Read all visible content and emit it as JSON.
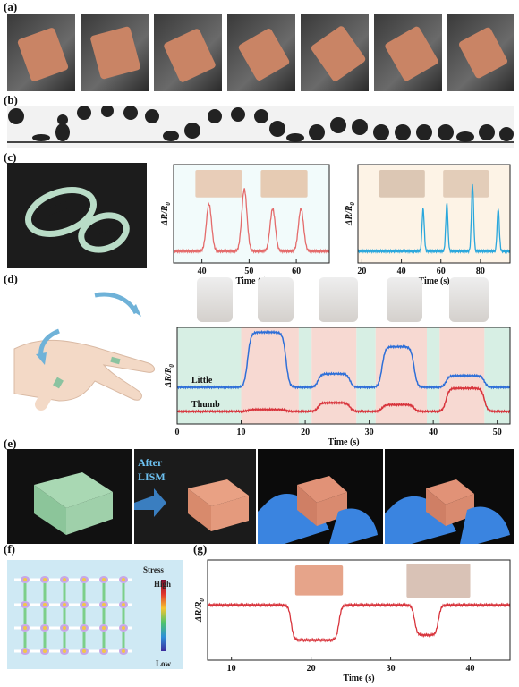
{
  "panels": {
    "a": {
      "label": "(a)"
    },
    "b": {
      "label": "(b)"
    },
    "c": {
      "label": "(c)"
    },
    "d": {
      "label": "(d)"
    },
    "e": {
      "label": "(e)",
      "arrow_text_1": "After",
      "arrow_text_2": "LISM"
    },
    "f": {
      "label": "(f)",
      "legend_title": "Stress",
      "legend_high": "High",
      "legend_low": "Low"
    },
    "g": {
      "label": "(g)"
    }
  },
  "colors": {
    "blue_trace": "#2e6fd8",
    "red_trace": "#d8343c",
    "cyan_trace": "#2aa7dc",
    "pink_trace": "#e46b6b",
    "green_shade": "#d7efe4",
    "pink_shade": "#f7d9d2"
  },
  "chart_data": [
    {
      "id": "c-left",
      "type": "line",
      "xlabel": "Time (s)",
      "ylabel": "ΔR/R0",
      "xlim": [
        34,
        67
      ],
      "xticks": [
        40,
        50,
        60
      ],
      "color": "#e46b6b",
      "baseline": 0.12,
      "peaks": [
        [
          41.5,
          0.6
        ],
        [
          49,
          0.75
        ],
        [
          55,
          0.55
        ],
        [
          61,
          0.55
        ]
      ]
    },
    {
      "id": "c-right",
      "type": "line",
      "xlabel": "Time (s)",
      "ylabel": "ΔR/R0",
      "xlim": [
        18,
        95
      ],
      "xticks": [
        20,
        40,
        60,
        80
      ],
      "color": "#2aa7dc",
      "baseline": 0.12,
      "peaks": [
        [
          51,
          0.55
        ],
        [
          63,
          0.6
        ],
        [
          76,
          0.8
        ],
        [
          89,
          0.55
        ]
      ]
    },
    {
      "id": "d",
      "type": "line",
      "xlabel": "Time (s)",
      "ylabel": "ΔR/R0",
      "xlim": [
        0,
        52
      ],
      "xticks": [
        0,
        10,
        20,
        30,
        40,
        50
      ],
      "series": [
        {
          "name": "Little",
          "color": "#2e6fd8",
          "baseline": 0.38,
          "segments": [
            [
              11,
              17,
              0.95
            ],
            [
              22,
              27,
              0.52
            ],
            [
              32,
              37,
              0.8
            ],
            [
              42,
              48,
              0.5
            ]
          ]
        },
        {
          "name": "Thumb",
          "color": "#d8343c",
          "baseline": 0.13,
          "segments": [
            [
              11,
              17,
              0.15
            ],
            [
              22,
              27,
              0.22
            ],
            [
              32,
              37,
              0.2
            ],
            [
              42,
              48,
              0.37
            ]
          ]
        }
      ],
      "shaded_bands": [
        {
          "from": 0,
          "to": 10,
          "kind": "green"
        },
        {
          "from": 10,
          "to": 19,
          "kind": "pink"
        },
        {
          "from": 19,
          "to": 21,
          "kind": "green"
        },
        {
          "from": 21,
          "to": 28,
          "kind": "pink"
        },
        {
          "from": 28,
          "to": 31,
          "kind": "green"
        },
        {
          "from": 31,
          "to": 39,
          "kind": "pink"
        },
        {
          "from": 39,
          "to": 41,
          "kind": "green"
        },
        {
          "from": 41,
          "to": 48,
          "kind": "pink"
        },
        {
          "from": 48,
          "to": 52,
          "kind": "green"
        }
      ]
    },
    {
      "id": "g",
      "type": "line",
      "xlabel": "Time (s)",
      "ylabel": "ΔR/R0",
      "xlim": [
        7,
        45
      ],
      "xticks": [
        10,
        20,
        30,
        40
      ],
      "color": "#d8343c",
      "baseline": 0.55,
      "dips": [
        [
          17.5,
          23.5,
          0.2
        ],
        [
          33,
          36,
          0.25
        ]
      ]
    }
  ]
}
